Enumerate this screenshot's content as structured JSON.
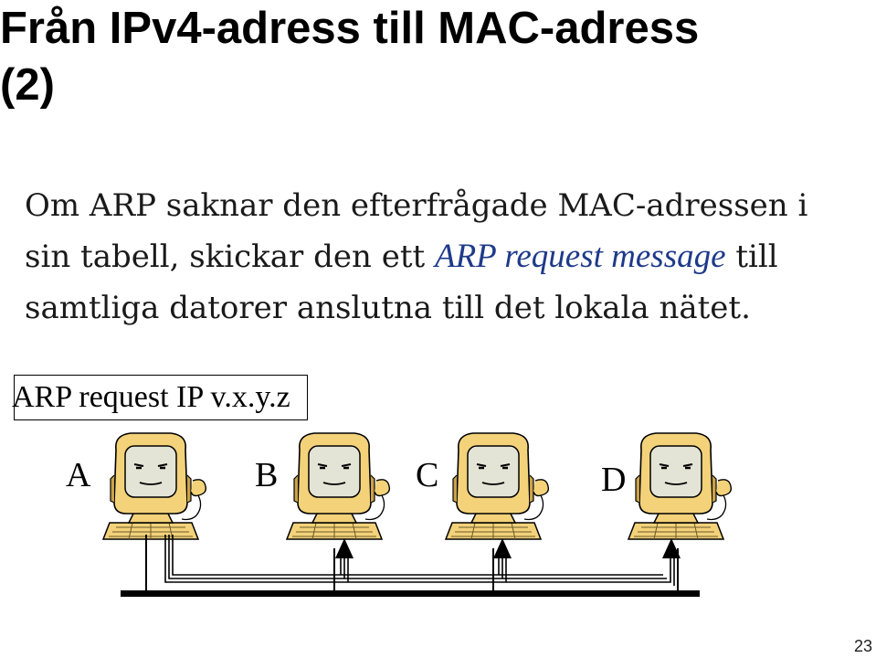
{
  "slide": {
    "title_line1": "Från IPv4-adress till MAC-adress",
    "title_line2": "(2)",
    "body_part1": "Om ARP saknar den efterfrågade MAC-adressen i sin tabell, skickar den ett ",
    "body_emphasis": "ARP request message",
    "body_part2": " till samtliga datorer anslutna till det lokala nätet.",
    "page_number": "23"
  },
  "diagram": {
    "request_label": "ARP request IP v.x.y.z",
    "nodes": [
      {
        "label": "A",
        "role": "sender"
      },
      {
        "label": "B",
        "role": "receiver"
      },
      {
        "label": "C",
        "role": "receiver"
      },
      {
        "label": "D",
        "role": "receiver"
      }
    ],
    "colors": {
      "monitor": "#f3d27a",
      "monitor_dark": "#caa24a",
      "screen": "#e4e4d6",
      "wire": "#000000"
    },
    "icons": [
      "computer-icon",
      "arrow-up-icon"
    ]
  }
}
